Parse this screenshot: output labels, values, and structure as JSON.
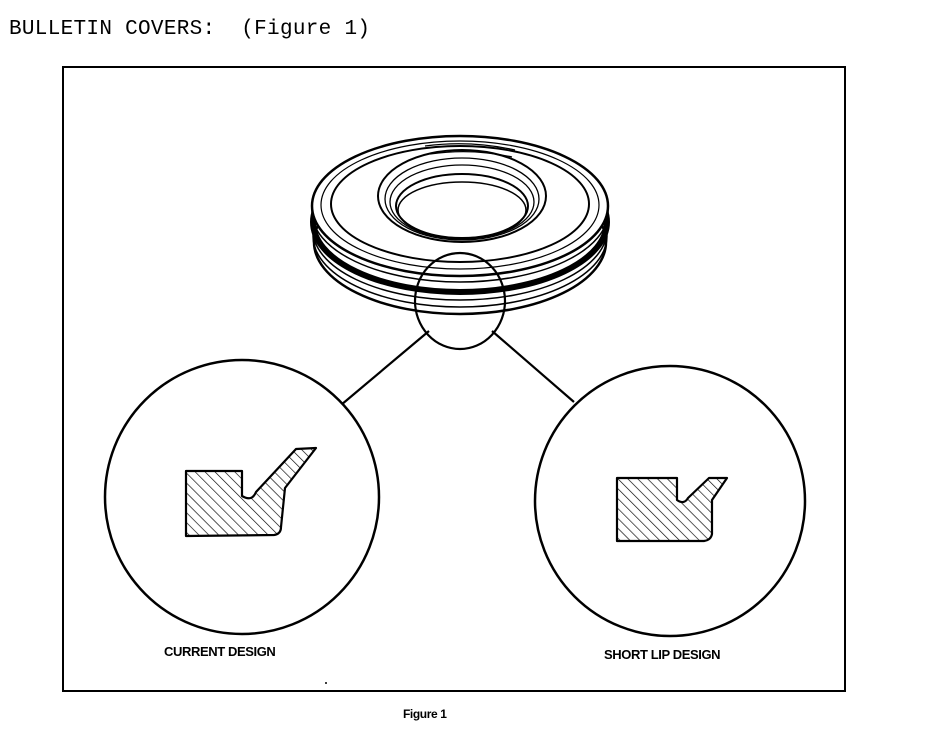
{
  "document": {
    "heading": "BULLETIN COVERS:  (Figure 1)",
    "figure": {
      "left_label": "CURRENT DESIGN",
      "right_label": "SHORT LIP DESIGN",
      "caption": "Figure 1"
    }
  }
}
